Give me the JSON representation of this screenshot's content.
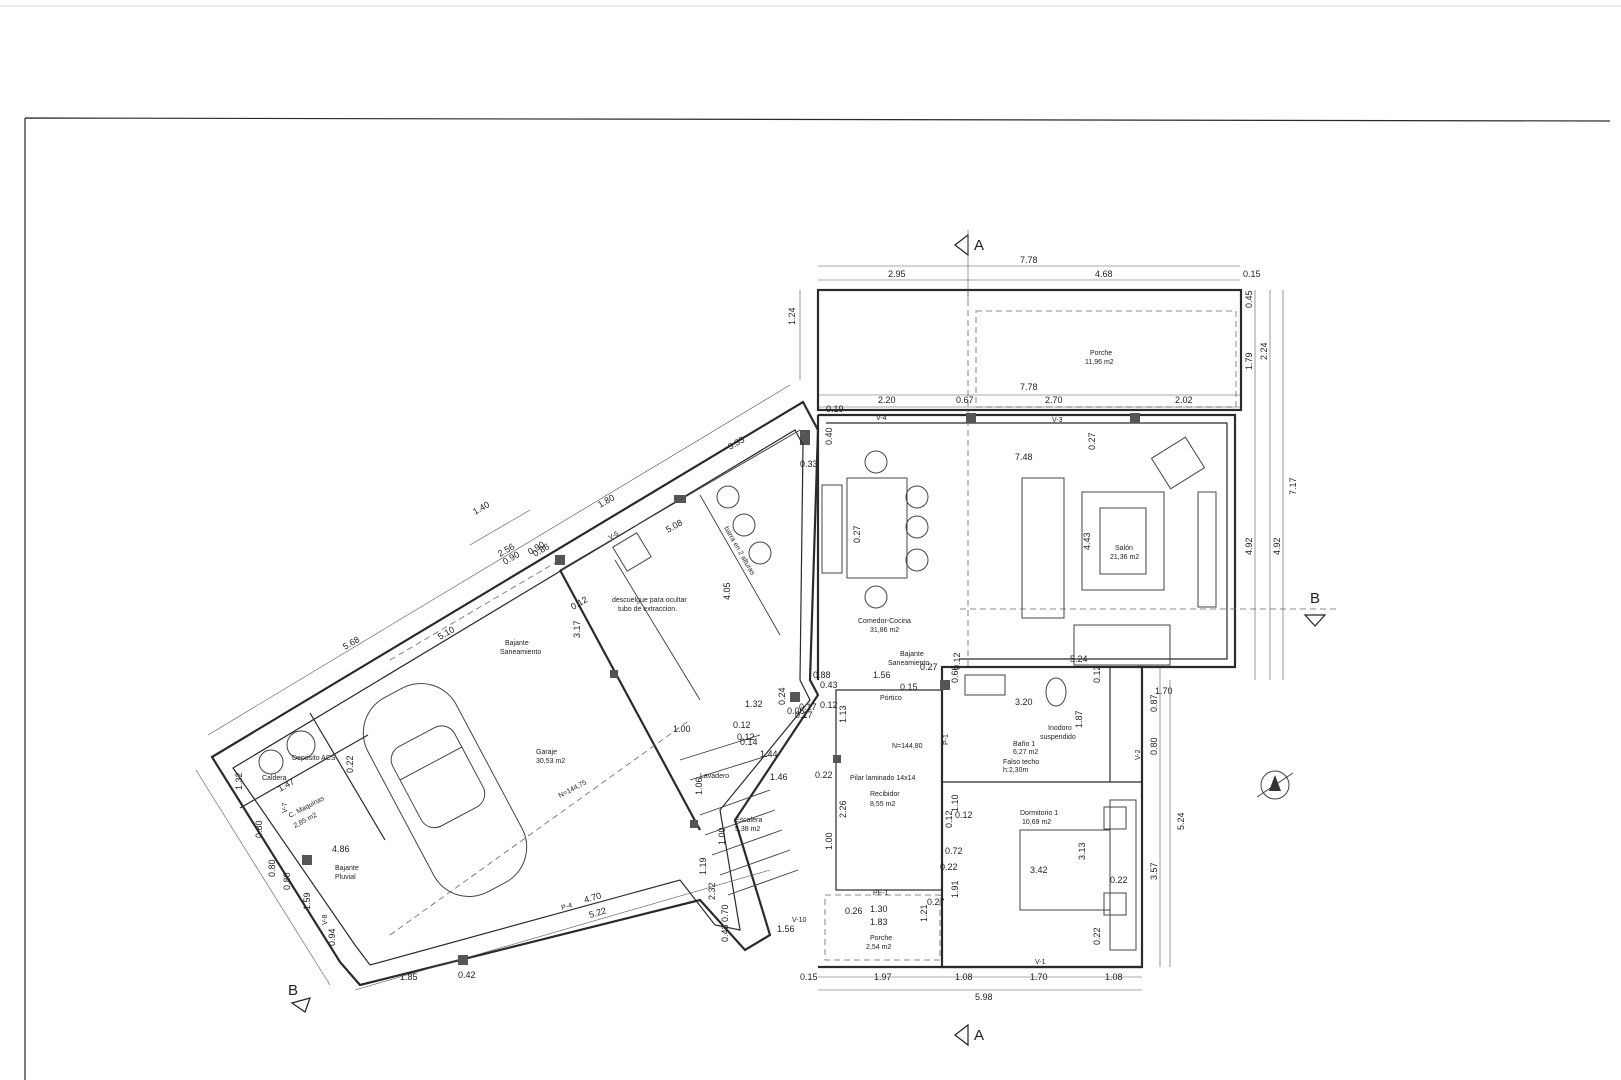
{
  "sections": {
    "a_top": "A",
    "a_bottom": "A",
    "b_left": "B",
    "b_right": "B"
  },
  "rooms": {
    "porche_top": {
      "name": "Porche",
      "area": "11,96 m2"
    },
    "salon": {
      "name": "Salón",
      "area": "21,36 m2"
    },
    "comedor": {
      "name": "Comedor-Cocina",
      "area": "31,86 m2"
    },
    "garaje": {
      "name": "Garaje",
      "area": "30,53 m2"
    },
    "recibidor": {
      "name": "Recibidor",
      "area": "8,55 m2"
    },
    "bano": {
      "name": "Baño 1",
      "area": "6,27 m2",
      "note": "Falso techo",
      "note2": "h:2,30m"
    },
    "dormitorio": {
      "name": "Dormitorio 1",
      "area": "10,69 m2"
    },
    "escalera": {
      "name": "Escalera",
      "area": "5,38 m2"
    },
    "porche_small": {
      "name": "Porche",
      "area": "2,54 m2"
    },
    "maquinas": {
      "name": "C. Maquinas",
      "area": "2,85 m2"
    }
  },
  "notes": {
    "bajante1": "Bajante",
    "bajante1b": "Saneamiento",
    "bajante2": "Bajante",
    "bajante2b": "Saneamiento",
    "bajante3": "Bajante",
    "bajante3b": "Pluvial",
    "descuelgue": "descuelgue para ocultar",
    "descuelgue2": "tubo de extraccion.",
    "inodoro": "Inodoro",
    "inodoro2": "suspendido",
    "pilar": "Pilar laminado 14x14",
    "portico": "Pórtico",
    "level1": "N=144,80",
    "level2": "N=144,75",
    "caldera": "Caldera",
    "deposito": "Depósito ACS",
    "barra": "barra en 2 alturas",
    "lavadero": "Lavadero"
  },
  "openings": {
    "v1": "V-1",
    "v2": "V-2",
    "v3": "V-3",
    "v4": "V-4",
    "v5": "V-5",
    "v7": "V-7",
    "v8": "V-8",
    "v10": "V-10",
    "pe1": "PE-1",
    "p1": "P-1",
    "p4": "P-4"
  },
  "dims_top": [
    "7.78",
    "2.95",
    "4.68",
    "0.15",
    "2.20",
    "0.67",
    "2.70",
    "2.02",
    "7.78",
    "0.19",
    "7.48"
  ],
  "dims_right": [
    "0.45",
    "1.79",
    "2.24",
    "7.17",
    "4.92",
    "4.92",
    "1.70",
    "0.87",
    "0.80",
    "5.24",
    "3.57"
  ],
  "dims_bottom": [
    "0.15",
    "1.97",
    "1.08",
    "1.70",
    "1.08",
    "5.98"
  ],
  "dims_misc": [
    "1.24",
    "3.33",
    "0.40",
    "0.33",
    "0.27",
    "1.40",
    "1.80",
    "5.08",
    "2.56",
    "0.90",
    "0.86",
    "5.68",
    "5.10",
    "0.12",
    "3.17",
    "4.05",
    "0.88",
    "1.56",
    "0.15",
    "0.60",
    "0.12",
    "3.20",
    "1.87",
    "0.12",
    "1.32",
    "1.00",
    "0.12",
    "1.44",
    "1.46",
    "0.22",
    "1.13",
    "2.26",
    "1.00",
    "1.30",
    "1.83",
    "1.21",
    "0.27",
    "0.26",
    "1.56",
    "0.70",
    "0.43",
    "0.22",
    "1.10",
    "0.12",
    "0.72",
    "0.12",
    "3.42",
    "3.13",
    "0.22",
    "1.91",
    "0.22",
    "1.47",
    "0.22",
    "1.32",
    "0.80",
    "4.86",
    "0.80",
    "0.80",
    "1.59",
    "4.70",
    "5.22",
    "1.85",
    "0.42",
    "0.94",
    "0.90",
    "2.32",
    "1.19",
    "1.06",
    "1.00",
    "0.27",
    "0.12",
    "0.43",
    "0.17",
    "0.17",
    "0.06",
    "0.24",
    "0.12",
    "0.14",
    "5.24",
    "0.27",
    "4.43"
  ]
}
